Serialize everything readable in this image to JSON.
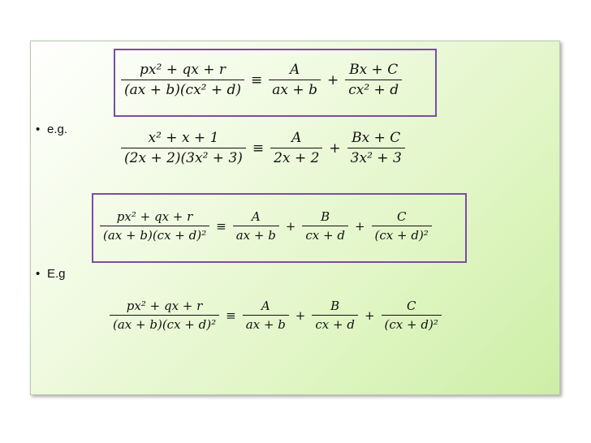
{
  "bullets": {
    "eg1": "e.g.",
    "eg2": "E.g",
    "marker": "•"
  },
  "equations": {
    "eq1": {
      "lhs_num": "px² + qx + r",
      "lhs_den": "(ax + b)(cx² + d)",
      "rel": "≡",
      "t1_num": "A",
      "t1_den": "ax + b",
      "t2_num": "Bx + C",
      "t2_den": "cx² + d"
    },
    "eq2": {
      "lhs_num": "x² + x + 1",
      "lhs_den": "(2x + 2)(3x² + 3)",
      "rel": "≡",
      "t1_num": "A",
      "t1_den": "2x + 2",
      "t2_num": "Bx + C",
      "t2_den": "3x² + 3"
    },
    "eq3": {
      "lhs_num": "px² + qx + r",
      "lhs_den": "(ax + b)(cx + d)²",
      "rel": "≡",
      "t1_num": "A",
      "t1_den": "ax + b",
      "t2_num": "B",
      "t2_den": "cx + d",
      "t3_num": "C",
      "t3_den": "(cx + d)²"
    },
    "eq4": {
      "lhs_num": "px² + qx + r",
      "lhs_den": "(ax + b)(cx + d)²",
      "rel": "≡",
      "t1_num": "A",
      "t1_den": "ax + b",
      "t2_num": "B",
      "t2_den": "cx + d",
      "t3_num": "C",
      "t3_den": "(cx + d)²"
    }
  },
  "colors": {
    "box_border": "#7a4ea3",
    "slide_bg_end": "#cdeea6"
  }
}
